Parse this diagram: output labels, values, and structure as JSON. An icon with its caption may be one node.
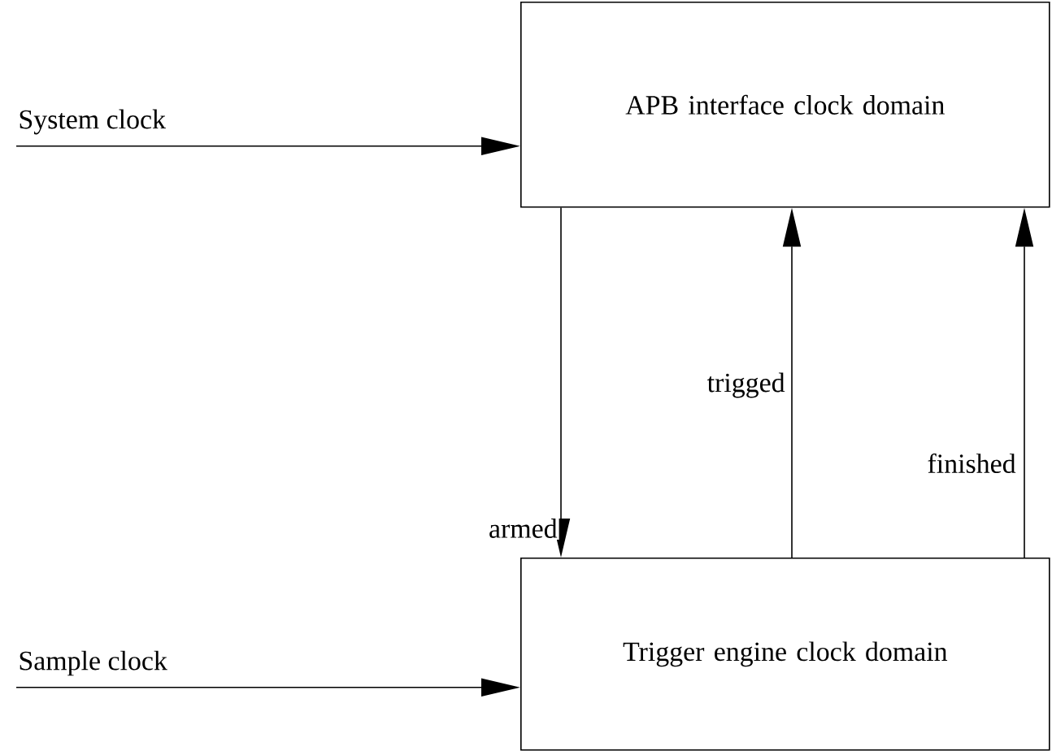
{
  "diagram": {
    "nodes": [
      {
        "text": [
          "System clock"
        ]
      },
      {
        "text": [
          "APB interface clock domain"
        ]
      },
      {
        "text": [
          "Sample clock"
        ]
      },
      {
        "text": [
          "Trigger engine clock domain"
        ]
      }
    ],
    "edges": [
      {
        "from": 0,
        "to": 1,
        "arrow": "to"
      },
      {
        "from": 2,
        "to": 3,
        "arrow": "to"
      },
      {
        "from": 1,
        "to": 3,
        "arrow": "to",
        "label": "armed"
      },
      {
        "from": 3,
        "to": 1,
        "arrow": "to",
        "label": "trigged"
      },
      {
        "from": 3,
        "to": 1,
        "arrow": "to",
        "label": "finished"
      }
    ]
  }
}
